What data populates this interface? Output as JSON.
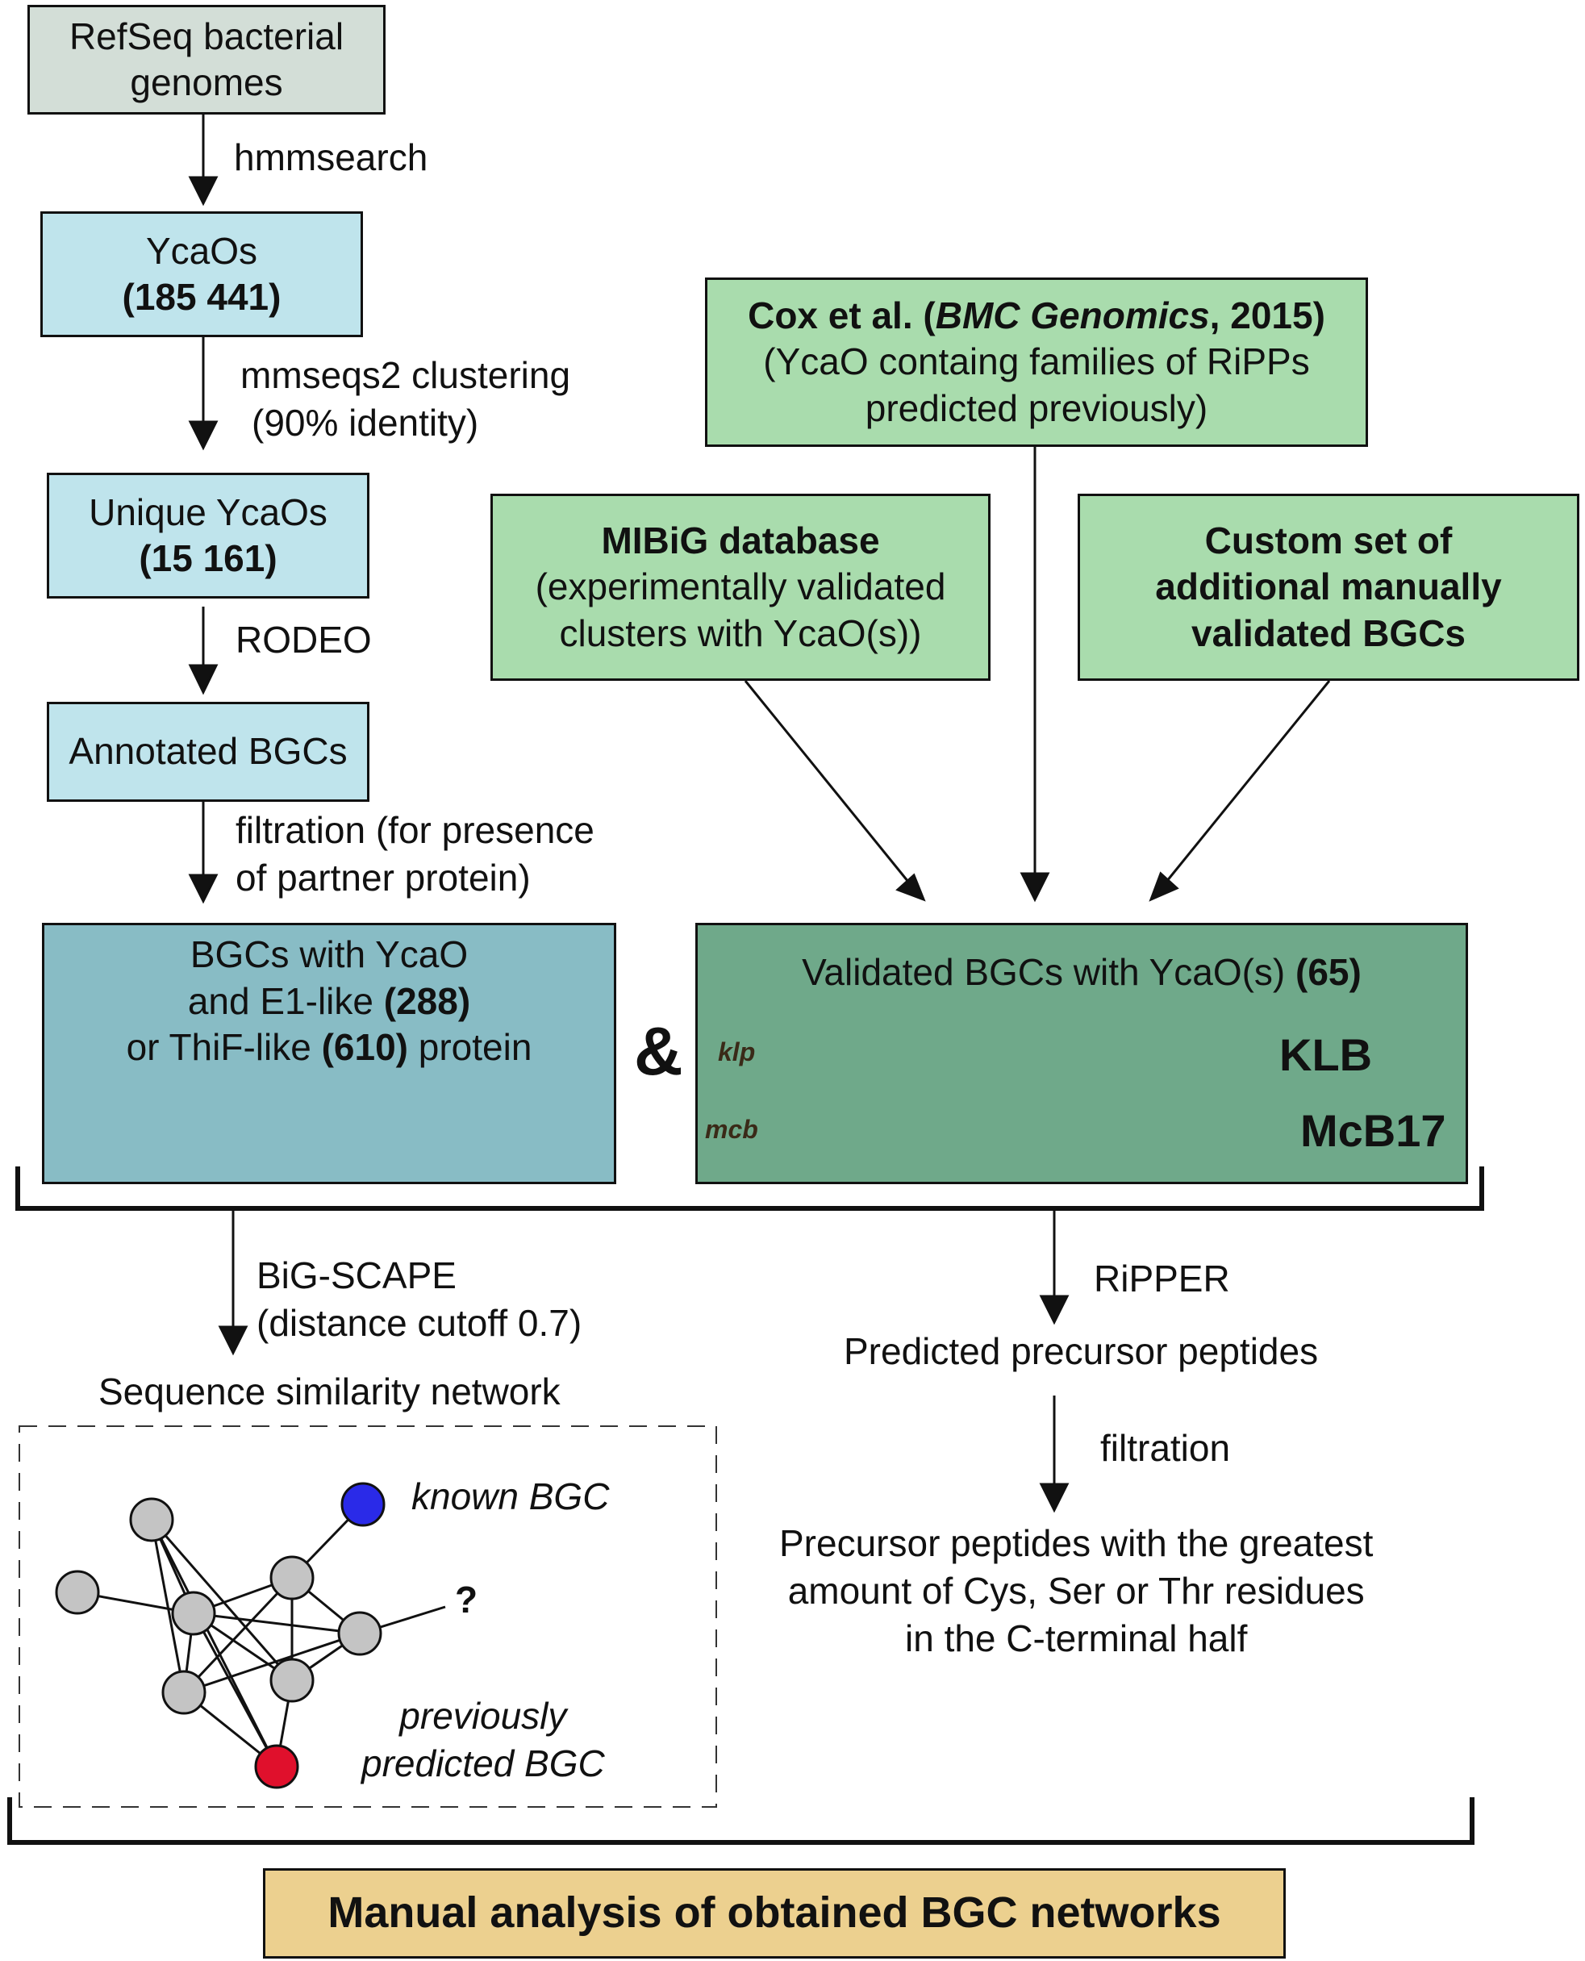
{
  "left_flow": {
    "refseq": {
      "line1": "RefSeq bacterial",
      "line2": "genomes"
    },
    "step1": "hmmsearch",
    "ycaos": {
      "line1": "YcaOs",
      "count": "(185 441)"
    },
    "step2": {
      "line1": "mmseqs2 clustering",
      "line2": "(90% identity)"
    },
    "unique": {
      "line1": "Unique YcaOs",
      "count": "(15 161)"
    },
    "step3": "RODEO",
    "annotated": "Annotated BGCs",
    "step4": {
      "line1": "filtration (for presence",
      "line2": "of partner protein)"
    },
    "bgcs_box": {
      "line1": "BGCs with YcaO",
      "line2_pre": "and E1-like ",
      "line2_num": "(288)",
      "line3_pre": "or ThiF-like ",
      "line3_num": "(610)",
      "line3_post": " protein"
    }
  },
  "ampersand": "&",
  "right_sources": {
    "cox": {
      "line1_pre": "Cox et al. (",
      "line1_journal": "BMC Genomics",
      "line1_post": ", 2015)",
      "line2": "(YcaO containg families of RiPPs",
      "line3": "predicted previously)"
    },
    "mibig": {
      "line1": "MIBiG database",
      "line2": "(experimentally validated",
      "line3": "clusters with YcaO(s))"
    },
    "custom": {
      "line1": "Custom set of",
      "line2": "additional manually",
      "line3": "validated BGCs"
    }
  },
  "validated_box": {
    "title_pre": "Validated BGCs with YcaO(s) ",
    "title_num": "(65)",
    "cluster1": {
      "label": "klp",
      "product": "KLB"
    },
    "cluster2": {
      "label": "mcb",
      "product": "McB17"
    }
  },
  "gene_colors": {
    "white": "#ffffff",
    "green": "#4a9a6a",
    "purple": "#6666a8",
    "yellow": "#ece35a",
    "red": "#d95656",
    "pink": "#dd88dd"
  },
  "lower_left": {
    "step": {
      "line1": "BiG-SCAPE",
      "line2": "(distance cutoff 0.7)"
    },
    "network_title": "Sequence similarity network",
    "known": "known BGC",
    "unknown": "?",
    "predicted": {
      "line1": "previously",
      "line2": "predicted BGC"
    }
  },
  "lower_right": {
    "step1": "RiPPER",
    "predicted": "Predicted precursor peptides",
    "step2": "filtration",
    "final": {
      "line1": "Precursor peptides with the greatest",
      "line2": "amount of Cys, Ser or Thr residues",
      "line3": "in the C-terminal half"
    }
  },
  "final_box": "Manual analysis of obtained BGC networks",
  "colors": {
    "refseq_box": "#d3ded7",
    "ycao_boxes": "#bfe4ec",
    "source_boxes": "#a9dcad",
    "bgcs_box": "#88bcc5",
    "validated_box": "#6fa98a",
    "final_box": "#ecd08f",
    "node_gray": "#c4c4c4",
    "node_known": "#2a2ae8",
    "node_predicted": "#e0102c"
  }
}
